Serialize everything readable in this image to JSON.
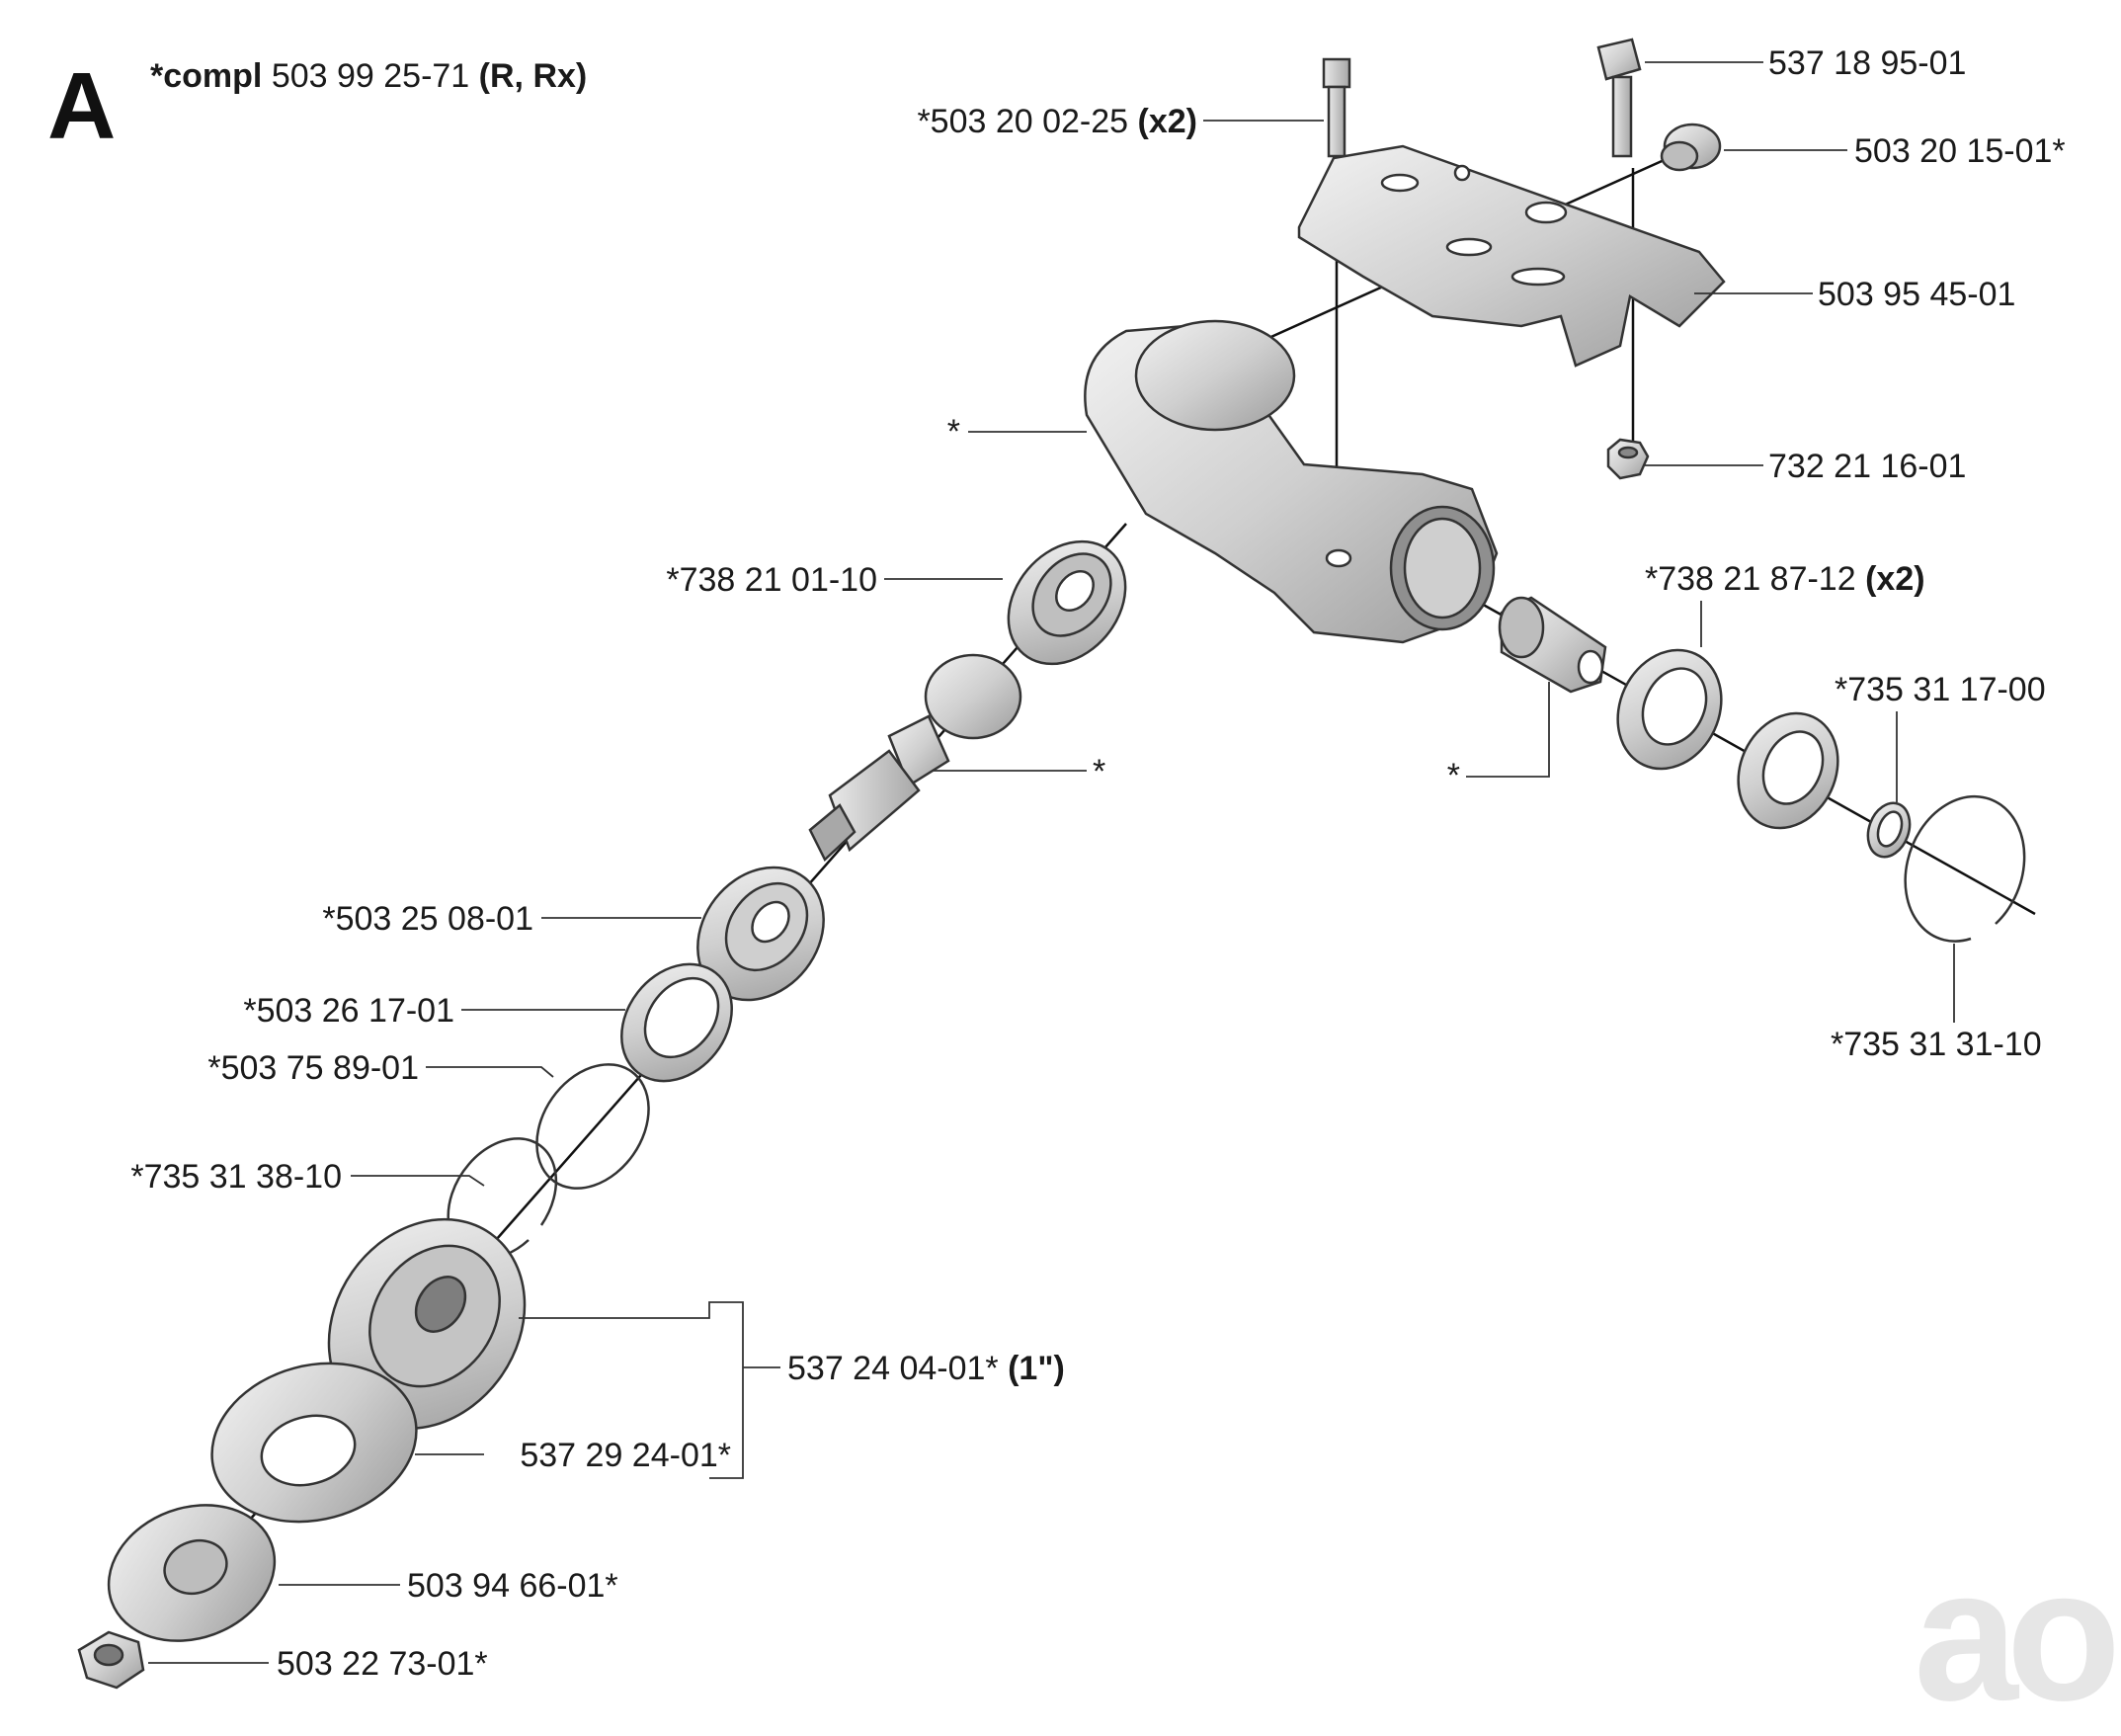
{
  "section_letter": "A",
  "header": {
    "prefix": "*compl",
    "number": "503 99 25-71",
    "suffix": "(R, Rx)"
  },
  "labels": {
    "bolt": "*503 20 02-25",
    "bolt_qty": "(x2)",
    "screw": "537 18 95-01",
    "plug": "503 20 15-01*",
    "guard": "503 95 45-01",
    "gear_housing": "*",
    "nut": "732 21 16-01",
    "bearing_upper": "*738 21 01-10",
    "shaft_bearing": "*738 21 87-12",
    "shaft_bearing_qty": "(x2)",
    "washer_small": "*735 31 17-00",
    "output_gear": "*",
    "input_gear": "*",
    "circlip_right": "*735 31 31-10",
    "bearing_lower": "*503 25 08-01",
    "seal": "*503 26 17-01",
    "retainer": "*503 75 89-01",
    "circlip_left": "*735 31 38-10",
    "kit": "537 24 04-01*",
    "kit_size": "(1\")",
    "support_cup": "537 29 24-01*",
    "drive_disc": "503 94 66-01*",
    "lock_nut": "503 22 73-01*"
  },
  "watermark_text": "ao",
  "colors": {
    "part_fill": "#d6d6d6",
    "part_dark": "#9a9a9a",
    "line": "#333333",
    "watermark": "#e6e6e6"
  }
}
